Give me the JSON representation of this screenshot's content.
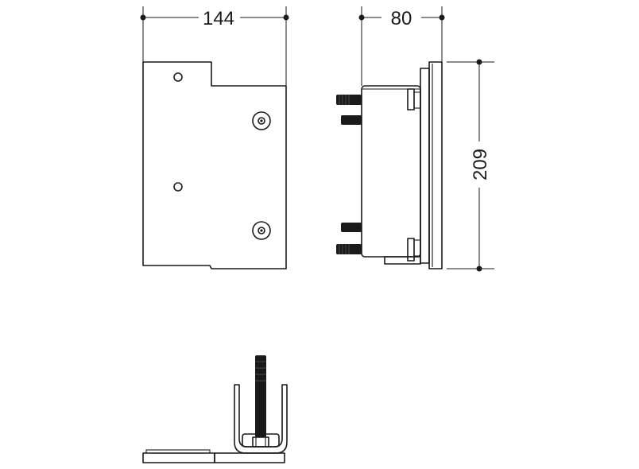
{
  "drawing": {
    "dimensions": {
      "front_width": "144",
      "side_depth": "80",
      "side_height": "209"
    },
    "colors": {
      "line": "#1a1a1a",
      "background": "#ffffff",
      "bolt": "#1a1a1a"
    }
  }
}
